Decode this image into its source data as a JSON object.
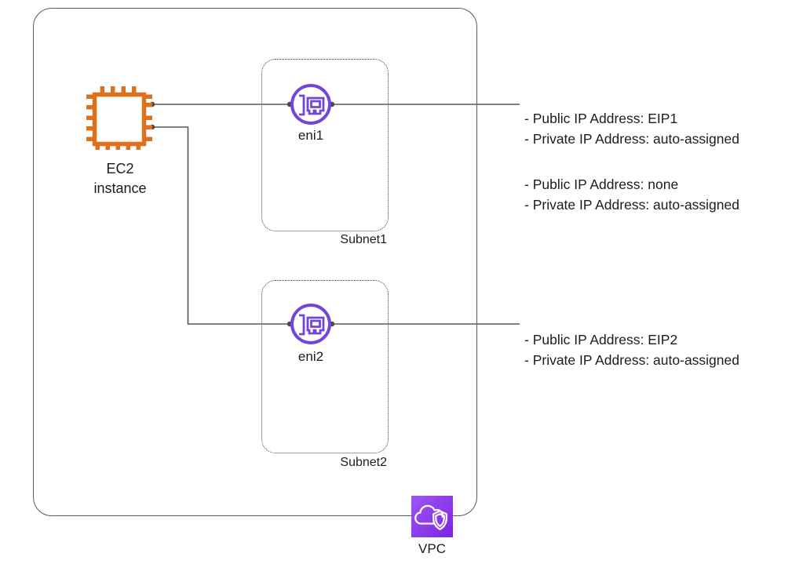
{
  "diagram": {
    "title_none_shown": "",
    "ec2": {
      "label_line1": "EC2",
      "label_line2": "instance"
    },
    "subnets": [
      {
        "name": "Subnet1",
        "eni_label": "eni1"
      },
      {
        "name": "Subnet2",
        "eni_label": "eni2"
      }
    ],
    "vpc": {
      "label": "VPC"
    },
    "annotations": [
      {
        "lines": [
          "- Public IP Address: EIP1",
          "- Private IP Address: auto-assigned"
        ]
      },
      {
        "lines": [
          "- Public IP Address: none",
          "- Private IP Address: auto-assigned"
        ]
      },
      {
        "lines": [
          "- Public IP Address: EIP2",
          "- Private IP Address: auto-assigned"
        ]
      }
    ],
    "icons": {
      "ec2": "ec2-chip-icon",
      "eni": "network-interface-icon",
      "vpc": "cloud-shield-icon"
    },
    "colors": {
      "ec2_orange": "#e0711c",
      "eni_purple": "#7345db",
      "vpc_gradient_start": "#9d57f2",
      "vpc_gradient_end": "#7d22e3",
      "connector_gray": "#595959",
      "connector_dot": "#4a4a4a",
      "text": "#1c1c1c"
    }
  }
}
